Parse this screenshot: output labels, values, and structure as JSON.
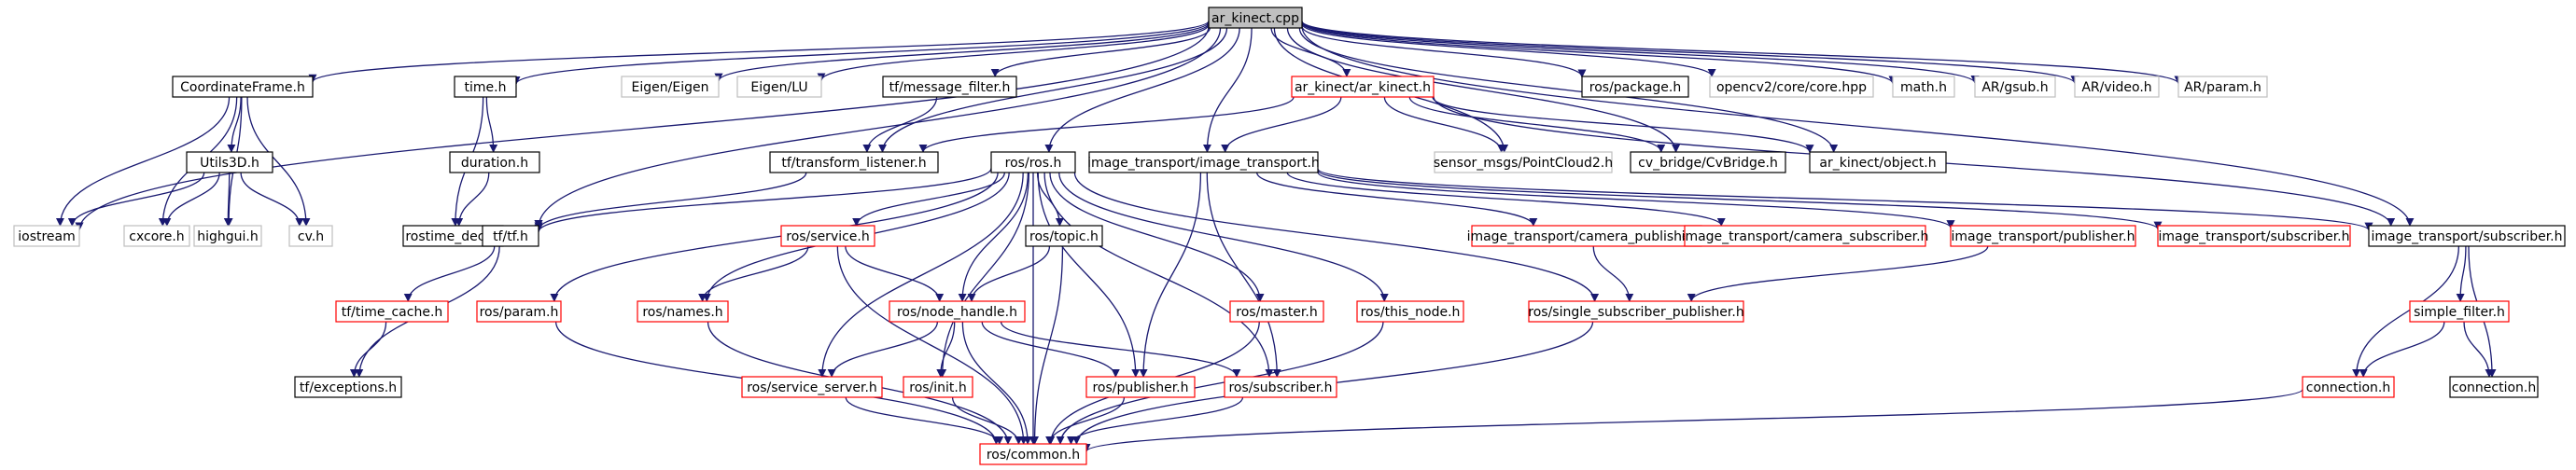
{
  "title": "ar_kinect.cpp include dependency graph",
  "colors": {
    "edge": "#191970",
    "box_doc": "#000000",
    "box_undoc": "#ff0000",
    "box_ext": "#bfbfbf",
    "root_fill": "#bfbfbf"
  },
  "nodes": [
    {
      "id": "ar_kinect_cpp",
      "label": "ar_kinect.cpp",
      "kind": "root"
    },
    {
      "id": "coordinateframe_h",
      "label": "CoordinateFrame.h",
      "kind": "doc"
    },
    {
      "id": "time_h",
      "label": "time.h",
      "kind": "doc"
    },
    {
      "id": "eigen_eigen",
      "label": "Eigen/Eigen",
      "kind": "ext"
    },
    {
      "id": "eigen_lu",
      "label": "Eigen/LU",
      "kind": "ext"
    },
    {
      "id": "tf_message_filter_h",
      "label": "tf/message_filter.h",
      "kind": "doc"
    },
    {
      "id": "ar_kinect_h",
      "label": "ar_kinect/ar_kinect.h",
      "kind": "undoc"
    },
    {
      "id": "ros_package_h",
      "label": "ros/package.h",
      "kind": "doc"
    },
    {
      "id": "opencv2_core_hpp",
      "label": "opencv2/core/core.hpp",
      "kind": "ext"
    },
    {
      "id": "math_h",
      "label": "math.h",
      "kind": "ext"
    },
    {
      "id": "ar_gsub_h",
      "label": "AR/gsub.h",
      "kind": "ext"
    },
    {
      "id": "ar_video_h",
      "label": "AR/video.h",
      "kind": "ext"
    },
    {
      "id": "ar_param_h",
      "label": "AR/param.h",
      "kind": "ext"
    },
    {
      "id": "utils3d_h",
      "label": "Utils3D.h",
      "kind": "doc"
    },
    {
      "id": "duration_h",
      "label": "duration.h",
      "kind": "doc"
    },
    {
      "id": "tf_transform_listener_h",
      "label": "tf/transform_listener.h",
      "kind": "doc"
    },
    {
      "id": "ros_ros_h",
      "label": "ros/ros.h",
      "kind": "doc"
    },
    {
      "id": "image_transport_h",
      "label": "image_transport/image_transport.h",
      "kind": "doc"
    },
    {
      "id": "sensor_msgs_pc2_h",
      "label": "sensor_msgs/PointCloud2.h",
      "kind": "ext"
    },
    {
      "id": "cv_bridge_h",
      "label": "cv_bridge/CvBridge.h",
      "kind": "doc"
    },
    {
      "id": "ar_kinect_object_h",
      "label": "ar_kinect/object.h",
      "kind": "doc"
    },
    {
      "id": "iostream",
      "label": "iostream",
      "kind": "ext"
    },
    {
      "id": "cxcore_h",
      "label": "cxcore.h",
      "kind": "ext"
    },
    {
      "id": "highgui_h",
      "label": "highgui.h",
      "kind": "ext"
    },
    {
      "id": "cv_h",
      "label": "cv.h",
      "kind": "ext"
    },
    {
      "id": "rostime_decl_h",
      "label": "rostime_decl.h",
      "kind": "doc"
    },
    {
      "id": "tf_tf_h",
      "label": "tf/tf.h",
      "kind": "doc"
    },
    {
      "id": "ros_service_h",
      "label": "ros/service.h",
      "kind": "undoc"
    },
    {
      "id": "ros_topic_h",
      "label": "ros/topic.h",
      "kind": "doc"
    },
    {
      "id": "it_camera_publisher_h",
      "label": "image_transport/camera_publisher.h",
      "kind": "undoc"
    },
    {
      "id": "it_camera_subscriber_h",
      "label": "image_transport/camera_subscriber.h",
      "kind": "undoc"
    },
    {
      "id": "it_publisher_h",
      "label": "image_transport/publisher.h",
      "kind": "undoc"
    },
    {
      "id": "it_subscriber_undoc_h",
      "label": "image_transport/subscriber.h",
      "kind": "undoc"
    },
    {
      "id": "it_subscriber_h",
      "label": "image_transport/subscriber.h",
      "kind": "doc"
    },
    {
      "id": "tf_time_cache_h",
      "label": "tf/time_cache.h",
      "kind": "undoc"
    },
    {
      "id": "ros_param_h",
      "label": "ros/param.h",
      "kind": "undoc"
    },
    {
      "id": "ros_names_h",
      "label": "ros/names.h",
      "kind": "undoc"
    },
    {
      "id": "ros_node_handle_h",
      "label": "ros/node_handle.h",
      "kind": "undoc"
    },
    {
      "id": "ros_master_h",
      "label": "ros/master.h",
      "kind": "undoc"
    },
    {
      "id": "ros_this_node_h",
      "label": "ros/this_node.h",
      "kind": "undoc"
    },
    {
      "id": "ros_single_sub_pub_h",
      "label": "ros/single_subscriber_publisher.h",
      "kind": "undoc"
    },
    {
      "id": "simple_filter_h",
      "label": "simple_filter.h",
      "kind": "undoc"
    },
    {
      "id": "tf_exceptions_h",
      "label": "tf/exceptions.h",
      "kind": "doc"
    },
    {
      "id": "ros_service_server_h",
      "label": "ros/service_server.h",
      "kind": "undoc"
    },
    {
      "id": "ros_init_h",
      "label": "ros/init.h",
      "kind": "undoc"
    },
    {
      "id": "ros_publisher_h",
      "label": "ros/publisher.h",
      "kind": "undoc"
    },
    {
      "id": "ros_subscriber_h",
      "label": "ros/subscriber.h",
      "kind": "undoc"
    },
    {
      "id": "connection_undoc_h",
      "label": "connection.h",
      "kind": "undoc"
    },
    {
      "id": "connection_h",
      "label": "connection.h",
      "kind": "doc"
    },
    {
      "id": "ros_common_h",
      "label": "ros/common.h",
      "kind": "undoc"
    }
  ],
  "edges": [
    [
      "ar_kinect_cpp",
      "coordinateframe_h"
    ],
    [
      "ar_kinect_cpp",
      "time_h"
    ],
    [
      "ar_kinect_cpp",
      "eigen_eigen"
    ],
    [
      "ar_kinect_cpp",
      "eigen_lu"
    ],
    [
      "ar_kinect_cpp",
      "tf_message_filter_h"
    ],
    [
      "ar_kinect_cpp",
      "ar_kinect_h"
    ],
    [
      "ar_kinect_cpp",
      "ros_package_h"
    ],
    [
      "ar_kinect_cpp",
      "opencv2_core_hpp"
    ],
    [
      "ar_kinect_cpp",
      "math_h"
    ],
    [
      "ar_kinect_cpp",
      "ar_gsub_h"
    ],
    [
      "ar_kinect_cpp",
      "ar_video_h"
    ],
    [
      "ar_kinect_cpp",
      "ar_param_h"
    ],
    [
      "ar_kinect_cpp",
      "iostream"
    ],
    [
      "ar_kinect_cpp",
      "tf_transform_listener_h"
    ],
    [
      "ar_kinect_cpp",
      "ros_ros_h"
    ],
    [
      "ar_kinect_cpp",
      "image_transport_h"
    ],
    [
      "ar_kinect_cpp",
      "sensor_msgs_pc2_h"
    ],
    [
      "ar_kinect_cpp",
      "cv_bridge_h"
    ],
    [
      "ar_kinect_cpp",
      "ar_kinect_object_h"
    ],
    [
      "ar_kinect_cpp",
      "tf_tf_h"
    ],
    [
      "ar_kinect_cpp",
      "it_subscriber_h"
    ],
    [
      "coordinateframe_h",
      "utils3d_h"
    ],
    [
      "coordinateframe_h",
      "iostream"
    ],
    [
      "coordinateframe_h",
      "cxcore_h"
    ],
    [
      "coordinateframe_h",
      "highgui_h"
    ],
    [
      "coordinateframe_h",
      "cv_h"
    ],
    [
      "utils3d_h",
      "iostream"
    ],
    [
      "utils3d_h",
      "cxcore_h"
    ],
    [
      "utils3d_h",
      "highgui_h"
    ],
    [
      "utils3d_h",
      "cv_h"
    ],
    [
      "time_h",
      "duration_h"
    ],
    [
      "time_h",
      "rostime_decl_h"
    ],
    [
      "duration_h",
      "rostime_decl_h"
    ],
    [
      "tf_message_filter_h",
      "tf_transform_listener_h"
    ],
    [
      "ar_kinect_h",
      "tf_transform_listener_h"
    ],
    [
      "ar_kinect_h",
      "image_transport_h"
    ],
    [
      "ar_kinect_h",
      "sensor_msgs_pc2_h"
    ],
    [
      "ar_kinect_h",
      "cv_bridge_h"
    ],
    [
      "ar_kinect_h",
      "ar_kinect_object_h"
    ],
    [
      "ar_kinect_h",
      "it_subscriber_h"
    ],
    [
      "tf_transform_listener_h",
      "tf_tf_h"
    ],
    [
      "tf_tf_h",
      "tf_time_cache_h"
    ],
    [
      "tf_tf_h",
      "tf_exceptions_h"
    ],
    [
      "tf_time_cache_h",
      "tf_exceptions_h"
    ],
    [
      "ros_ros_h",
      "tf_tf_h"
    ],
    [
      "ros_ros_h",
      "ros_param_h"
    ],
    [
      "ros_ros_h",
      "ros_names_h"
    ],
    [
      "ros_ros_h",
      "ros_service_h"
    ],
    [
      "ros_ros_h",
      "ros_topic_h"
    ],
    [
      "ros_ros_h",
      "ros_node_handle_h"
    ],
    [
      "ros_ros_h",
      "ros_master_h"
    ],
    [
      "ros_ros_h",
      "ros_this_node_h"
    ],
    [
      "ros_ros_h",
      "ros_service_server_h"
    ],
    [
      "ros_ros_h",
      "ros_init_h"
    ],
    [
      "ros_ros_h",
      "ros_publisher_h"
    ],
    [
      "ros_ros_h",
      "ros_subscriber_h"
    ],
    [
      "ros_ros_h",
      "ros_common_h"
    ],
    [
      "ros_ros_h",
      "ros_single_sub_pub_h"
    ],
    [
      "ros_service_h",
      "ros_names_h"
    ],
    [
      "ros_service_h",
      "ros_node_handle_h"
    ],
    [
      "ros_service_h",
      "ros_common_h"
    ],
    [
      "ros_topic_h",
      "ros_node_handle_h"
    ],
    [
      "ros_topic_h",
      "ros_common_h"
    ],
    [
      "ros_node_handle_h",
      "ros_service_server_h"
    ],
    [
      "ros_node_handle_h",
      "ros_init_h"
    ],
    [
      "ros_node_handle_h",
      "ros_publisher_h"
    ],
    [
      "ros_node_handle_h",
      "ros_subscriber_h"
    ],
    [
      "ros_node_handle_h",
      "ros_common_h"
    ],
    [
      "ros_param_h",
      "ros_common_h"
    ],
    [
      "ros_names_h",
      "ros_common_h"
    ],
    [
      "ros_master_h",
      "ros_common_h"
    ],
    [
      "ros_this_node_h",
      "ros_common_h"
    ],
    [
      "ros_service_server_h",
      "ros_common_h"
    ],
    [
      "ros_init_h",
      "ros_common_h"
    ],
    [
      "ros_publisher_h",
      "ros_common_h"
    ],
    [
      "ros_subscriber_h",
      "ros_common_h"
    ],
    [
      "ros_single_sub_pub_h",
      "ros_common_h"
    ],
    [
      "image_transport_h",
      "ros_publisher_h"
    ],
    [
      "image_transport_h",
      "ros_subscriber_h"
    ],
    [
      "image_transport_h",
      "it_camera_publisher_h"
    ],
    [
      "image_transport_h",
      "it_camera_subscriber_h"
    ],
    [
      "image_transport_h",
      "it_publisher_h"
    ],
    [
      "image_transport_h",
      "it_subscriber_undoc_h"
    ],
    [
      "image_transport_h",
      "it_subscriber_h"
    ],
    [
      "it_camera_publisher_h",
      "ros_single_sub_pub_h"
    ],
    [
      "it_publisher_h",
      "ros_single_sub_pub_h"
    ],
    [
      "it_subscriber_h",
      "simple_filter_h"
    ],
    [
      "it_subscriber_h",
      "connection_undoc_h"
    ],
    [
      "it_subscriber_h",
      "connection_h"
    ],
    [
      "simple_filter_h",
      "connection_undoc_h"
    ],
    [
      "simple_filter_h",
      "connection_h"
    ],
    [
      "connection_undoc_h",
      "ros_common_h"
    ]
  ]
}
